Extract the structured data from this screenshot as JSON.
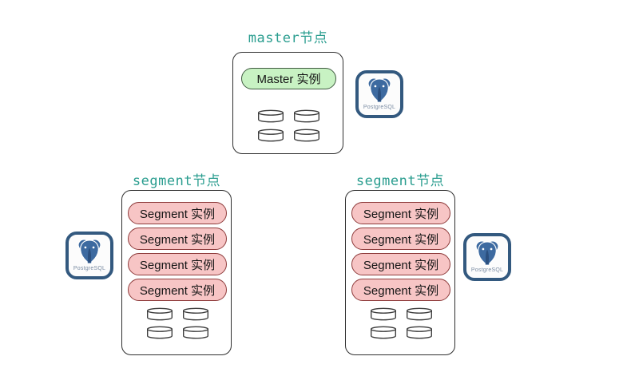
{
  "nodes": {
    "master": {
      "label": "master节点",
      "instance": "Master 实例",
      "cylinder_count": 4
    },
    "segment_left": {
      "label": "segment节点",
      "instances": [
        "Segment 实例",
        "Segment 实例",
        "Segment 实例",
        "Segment 实例"
      ],
      "cylinder_count": 4
    },
    "segment_right": {
      "label": "segment节点",
      "instances": [
        "Segment 实例",
        "Segment 实例",
        "Segment 实例",
        "Segment 实例"
      ],
      "cylinder_count": 4
    }
  },
  "icons": {
    "postgresql_wordmark": "PostgreSQL"
  },
  "colors": {
    "label_color": "#2a9d8f",
    "box_border": "#2f2f2f",
    "box_bg": "#ffffff",
    "master_pill_bg": "#c8f2c3",
    "master_pill_border": "#3f5a40",
    "segment_pill_bg": "#f7c5c5",
    "segment_pill_border": "#8e3b3b",
    "pill_text": "#151515",
    "cylinder_stroke": "#3a3a3a",
    "pg_frame": "#33597f",
    "pg_elephant": "#3d6aa0",
    "pg_elephant_shade": "#2b4f7e",
    "pg_wordmark_color": "#7b8ca3",
    "page_bg": "#ffffff"
  }
}
